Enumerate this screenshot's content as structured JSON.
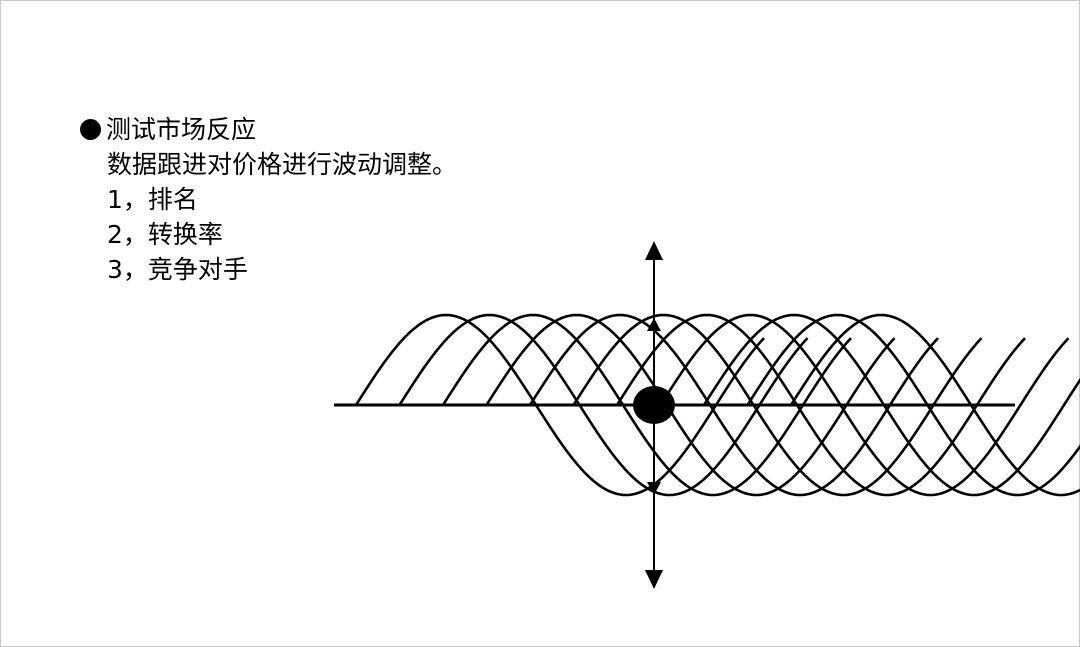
{
  "slide": {
    "heading": "测试市场反应",
    "description": "数据跟进对价格进行波动调整。",
    "items": [
      "1，排名",
      "2，转换率",
      "3，竞争对手"
    ]
  },
  "diagram": {
    "wave_count": 11,
    "stroke_color": "#000000",
    "dot_color": "#000000"
  }
}
